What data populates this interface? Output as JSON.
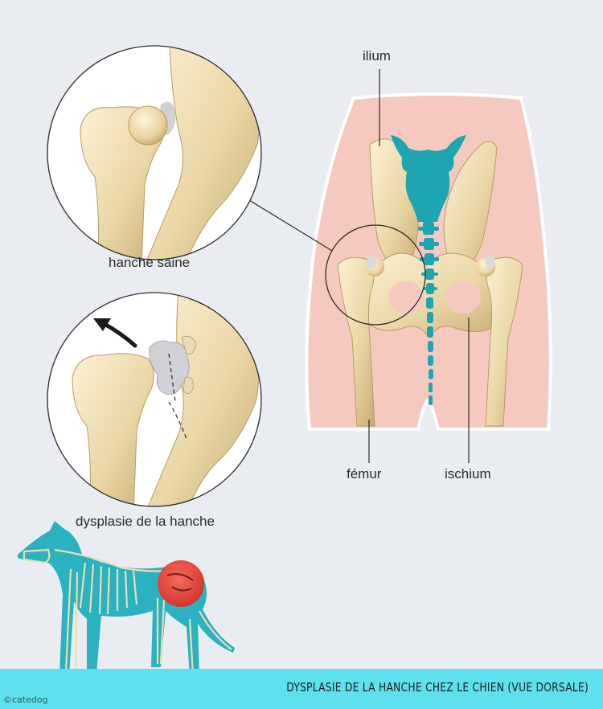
{
  "labels": {
    "ilium": "ilium",
    "femur": "fémur",
    "ischium": "ischium",
    "healthy_hip": "hanche saine",
    "dysplasia": "dysplasie de la hanche"
  },
  "title": "DYSPLASIE DE LA HANCHE CHEZ LE CHIEN (VUE DORSALE)",
  "credit": "©catedog",
  "colors": {
    "background": "#e9edf1",
    "body_silhouette": "#f6c9c0",
    "bone": "#eddcb0",
    "bone_shade": "#c9ae78",
    "spine": "#1ea5b2",
    "dog": "#2ab2c0",
    "highlight": "#e8372f",
    "banner": "#5fe0ee",
    "cartilage": "#c9cbd1"
  },
  "icons": [
    "arrow-icon"
  ]
}
